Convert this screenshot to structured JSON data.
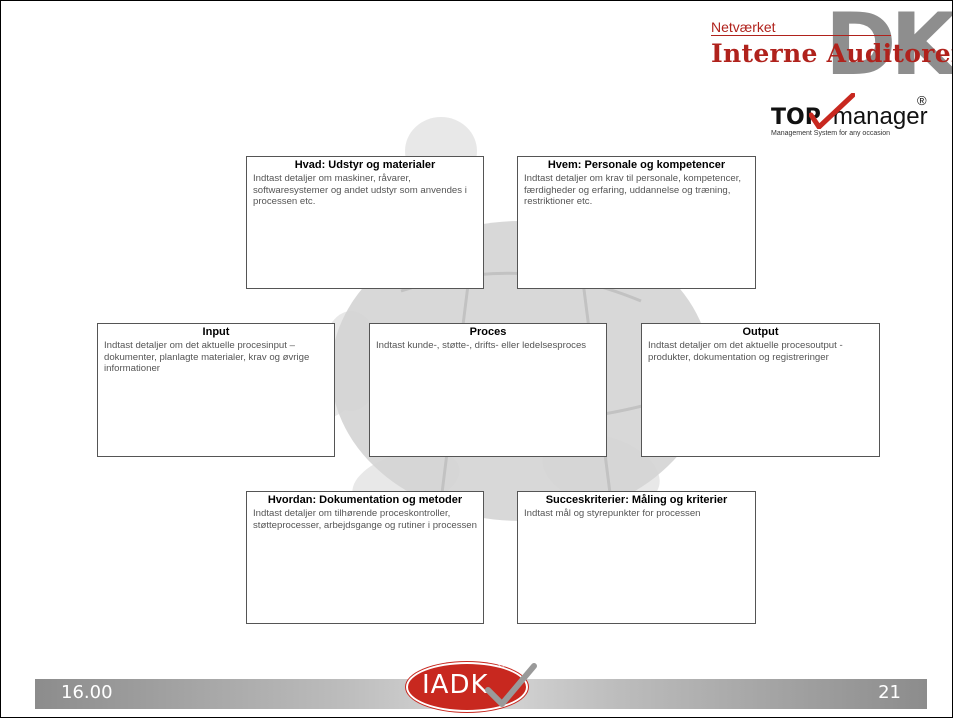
{
  "brand": {
    "netvaerket": "Netværket",
    "interne_auditorer": "Interne Auditorer",
    "dk": "DK"
  },
  "topmanager": {
    "top": "TOP",
    "manager": "manager",
    "registered": "®",
    "tagline": "Management System for any occasion"
  },
  "boxes": {
    "hvad": {
      "title": "Hvad: Udstyr og materialer",
      "desc": "Indtast detaljer om maskiner, råvarer, softwaresystemer og andet udstyr som anvendes i processen etc."
    },
    "hvem": {
      "title": "Hvem: Personale og kompetencer",
      "desc": "Indtast detaljer om krav til personale, kompetencer, færdigheder og erfaring, uddannelse og træning, restriktioner etc."
    },
    "input": {
      "title": "Input",
      "desc": "Indtast detaljer om det aktuelle procesinput – dokumenter, planlagte materialer, krav og øvrige informationer"
    },
    "proces": {
      "title": "Proces",
      "desc": "Indtast kunde-, støtte-, drifts- eller ledelsesproces"
    },
    "output": {
      "title": "Output",
      "desc": "Indtast detaljer om det aktuelle procesoutput - produkter, dokumentation og registreringer"
    },
    "hvordan": {
      "title": "Hvordan: Dokumentation og metoder",
      "desc": "Indtast detaljer om tilhørende proceskontroller, støtteprocesser, arbejdsgange og rutiner i processen"
    },
    "succes": {
      "title": "Succeskriterier: Måling og kriterier",
      "desc": "Indtast mål og styrepunkter for processen"
    }
  },
  "footer": {
    "date": "16.00",
    "page_number": "21",
    "logo_text": "IADK",
    "logo_registered": "®"
  },
  "colors": {
    "brand_red": "#b0221c",
    "iadk_red": "#c8281f",
    "footer_gray": "#8c8c8c"
  }
}
